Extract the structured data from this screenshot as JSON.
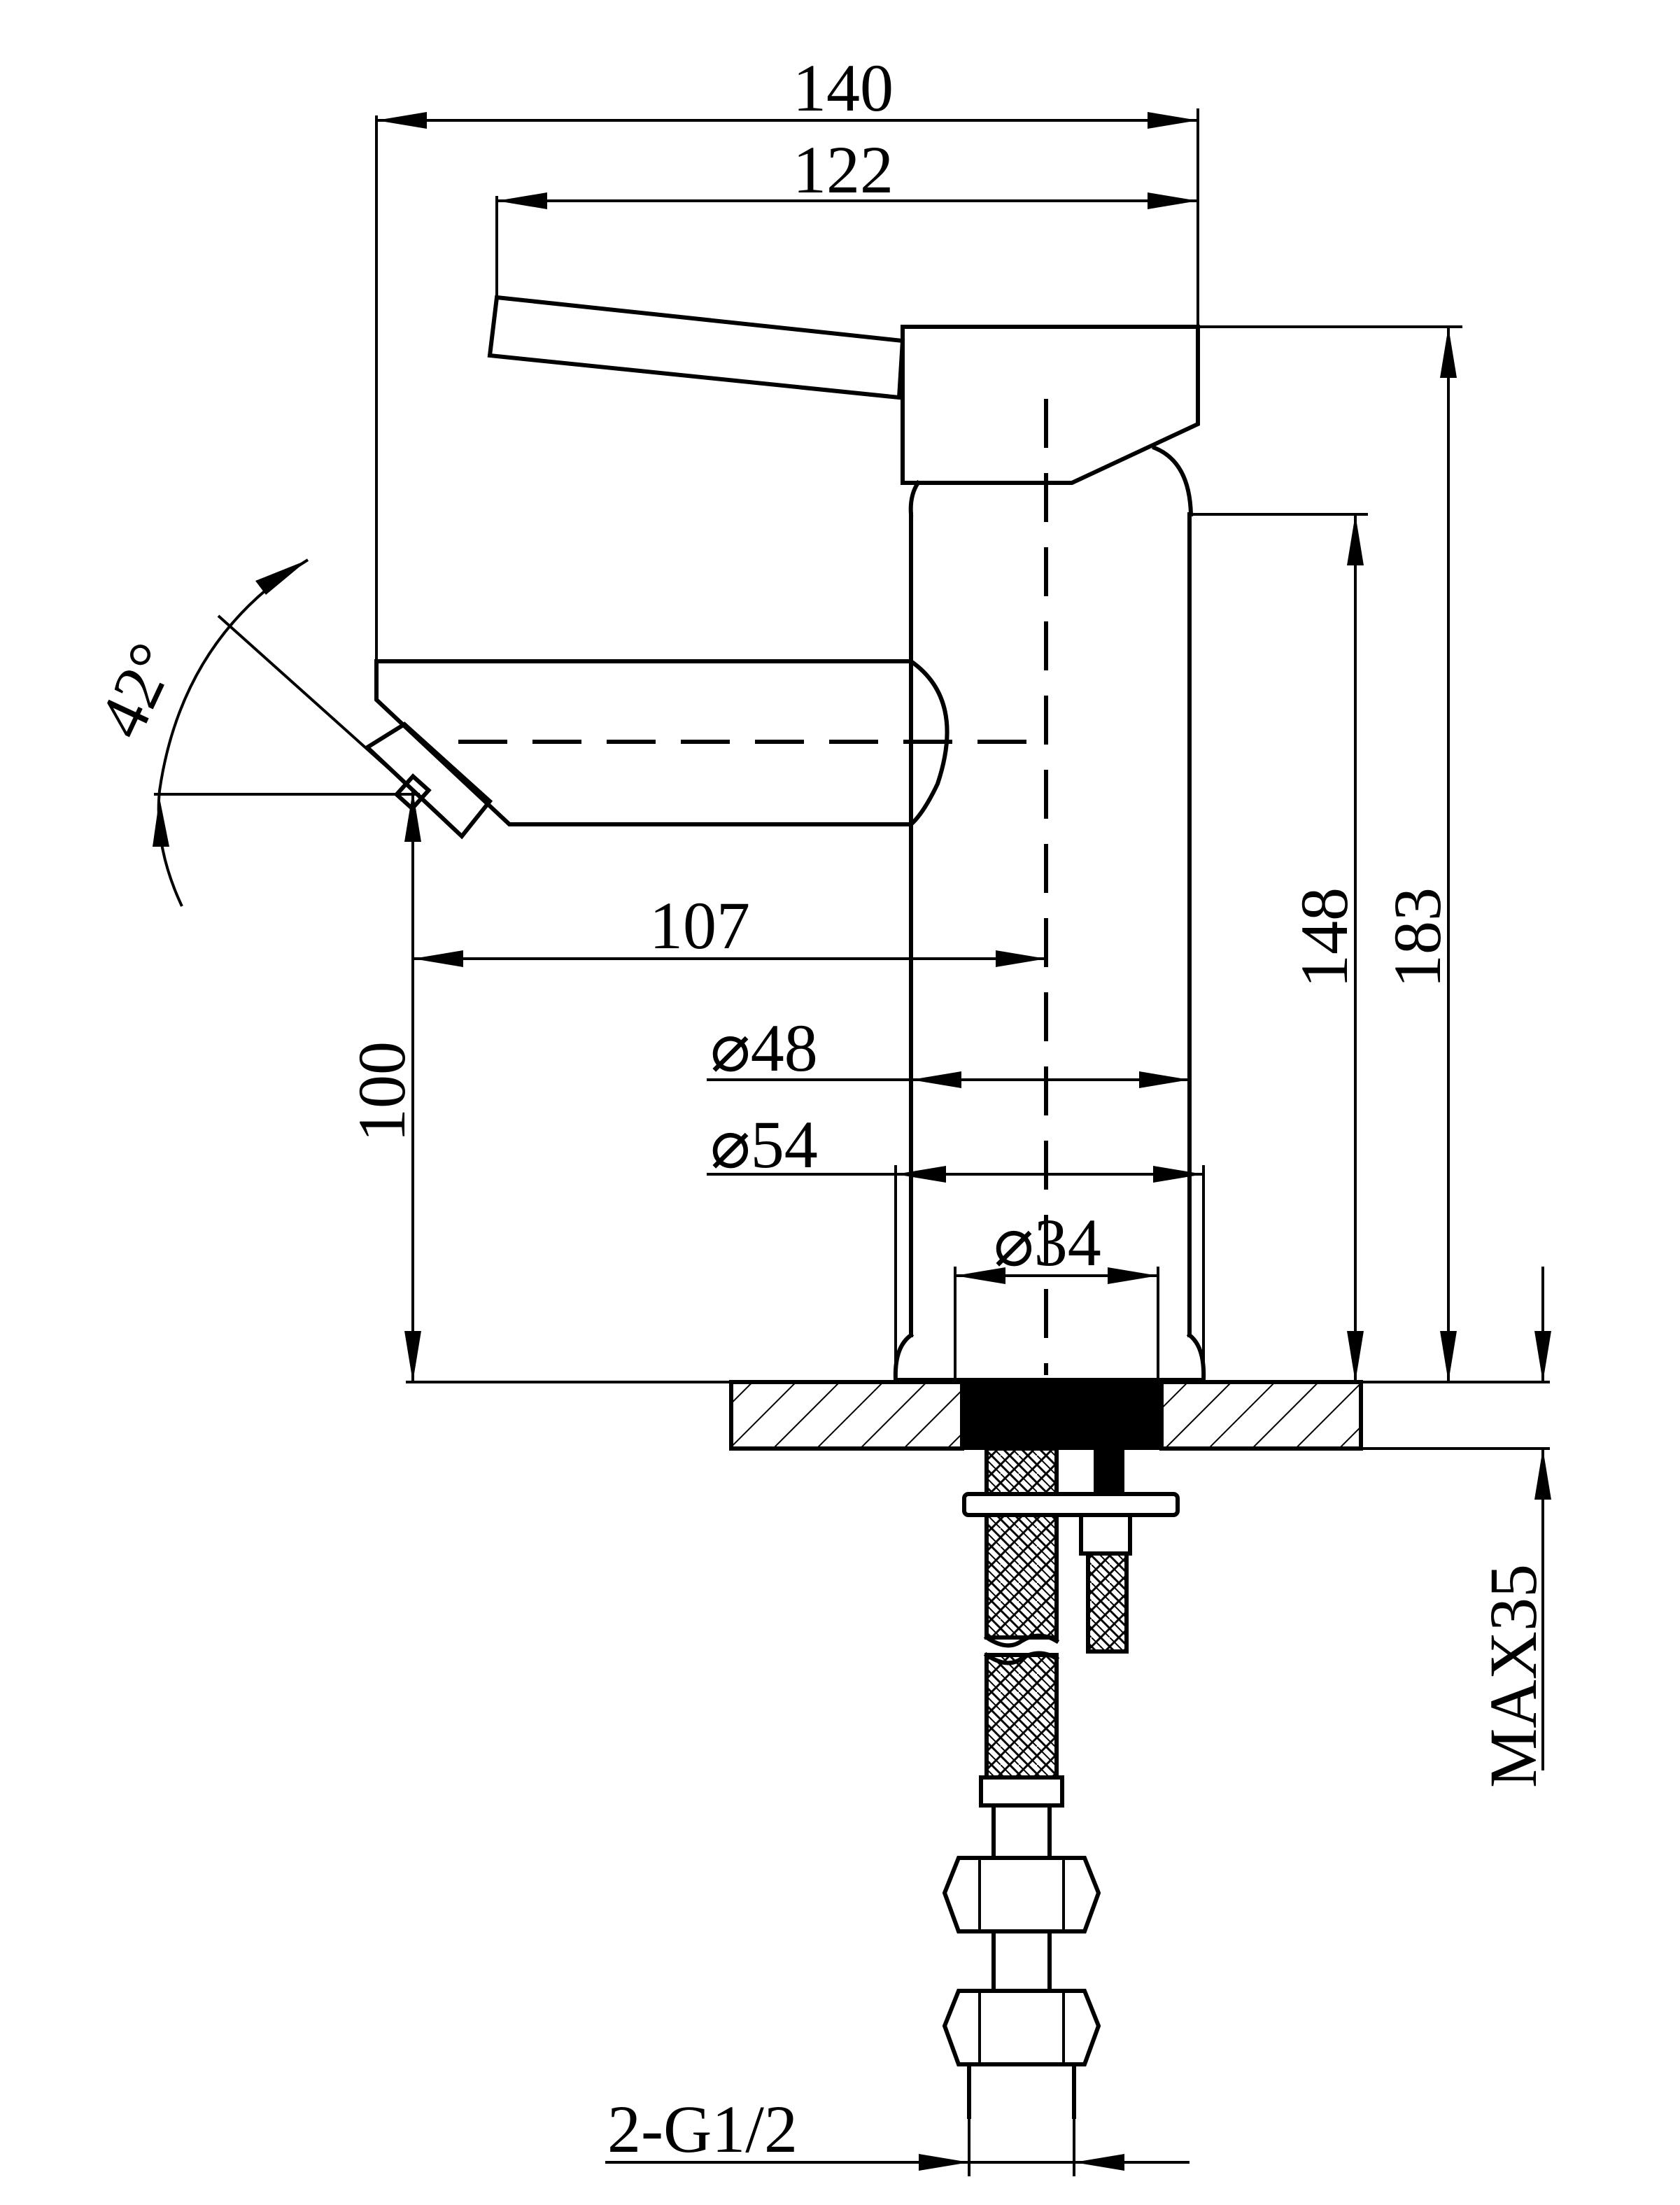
{
  "dimensions": {
    "overall_width": "140",
    "handle_length": "122",
    "spout_reach": "107",
    "spout_height": "100",
    "body_height": "148",
    "overall_height": "183",
    "body_diameter": "⌀48",
    "base_diameter": "⌀54",
    "shank_diameter": "⌀34",
    "handle_angle": "42°",
    "max_deck_thickness": "MAX35",
    "connection": "2-G1/2"
  }
}
